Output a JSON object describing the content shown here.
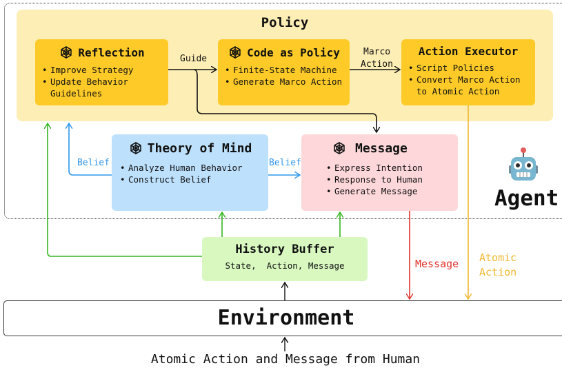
{
  "policy": {
    "title": "Policy"
  },
  "reflection": {
    "title": "Reflection",
    "items": [
      "Improve Strategy",
      "Update Behavior",
      "Guidelines"
    ]
  },
  "code_as_policy": {
    "title": "Code as Policy",
    "items": [
      "Finite-State Machine",
      "Generate Marco Action"
    ]
  },
  "action_executor": {
    "title": "Action Executor",
    "items": [
      "Script Policies",
      "Convert Marco Action",
      "to Atomic Action"
    ]
  },
  "theory_of_mind": {
    "title": "Theory of Mind",
    "items": [
      "Analyze Human Behavior",
      "Construct Belief"
    ]
  },
  "message": {
    "title": "Message",
    "items": [
      "Express Intention",
      "Response to Human",
      "Generate Message"
    ]
  },
  "history_buffer": {
    "title": "History Buffer",
    "subtitle": "State,  Action, Message"
  },
  "environment": {
    "title": "Environment"
  },
  "agent": {
    "label": "Agent"
  },
  "edge_labels": {
    "guide": "Guide",
    "marco_action_1": "Marco",
    "marco_action_2": "Action",
    "belief_left": "Belief",
    "belief_right": "Belief",
    "message": "Message",
    "atomic_action_1": "Atomic",
    "atomic_action_2": "Action"
  },
  "footer": {
    "text": "Atomic Action and Message from Human"
  },
  "colors": {
    "policy_bg": "#fdeeb5",
    "policy_box": "#fdca28",
    "theory_box": "#bde0fc",
    "message_box": "#fdd7d9",
    "history_box": "#d8f8c0",
    "blue_arrow": "#2f95e8",
    "green_arrow": "#33b51e",
    "red_arrow": "#e0332a",
    "orange_arrow": "#f0b62f"
  }
}
